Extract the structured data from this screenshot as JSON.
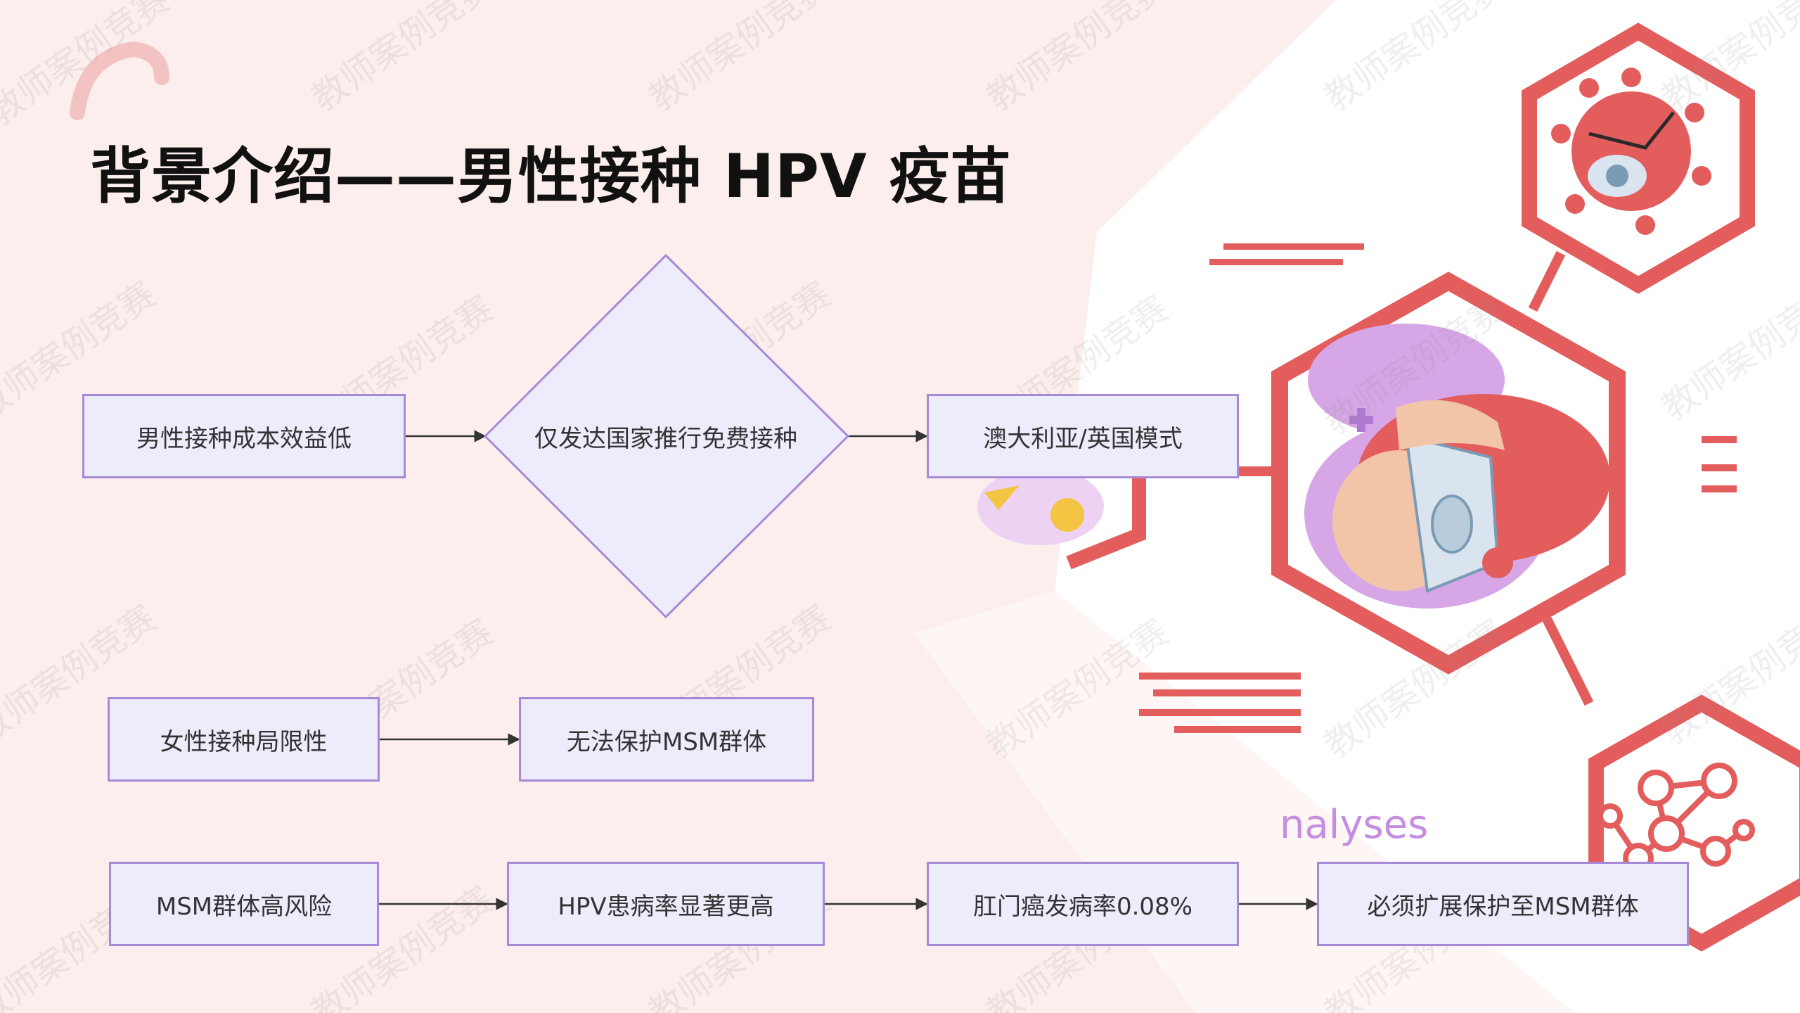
{
  "title": "背景介绍——男性接种 HPV 疫苗",
  "flow": {
    "row1": {
      "start": "男性接种成本效益低",
      "decision": "仅发达国家推行免费接种",
      "end": "澳大利亚/英国模式"
    },
    "row2": {
      "start": "女性接种局限性",
      "end": "无法保护MSM群体"
    },
    "row3": {
      "n1": "MSM群体高风险",
      "n2": "HPV患病率显著更高",
      "n3": "肛门癌发病率0.08%",
      "n4": "必须扩展保护至MSM群体"
    }
  },
  "illustration": {
    "partial_text": "nalyses",
    "icons": [
      "virus-icon",
      "doctor-shield-icon",
      "molecule-icon",
      "sun-icon"
    ]
  },
  "watermark": "教师案例竞赛",
  "colors": {
    "background": "#fbeeec",
    "node_fill": "#ececfb",
    "node_border": "#a78ad6",
    "accent_red": "#e35d5d",
    "accent_purple": "#c58ee0"
  }
}
